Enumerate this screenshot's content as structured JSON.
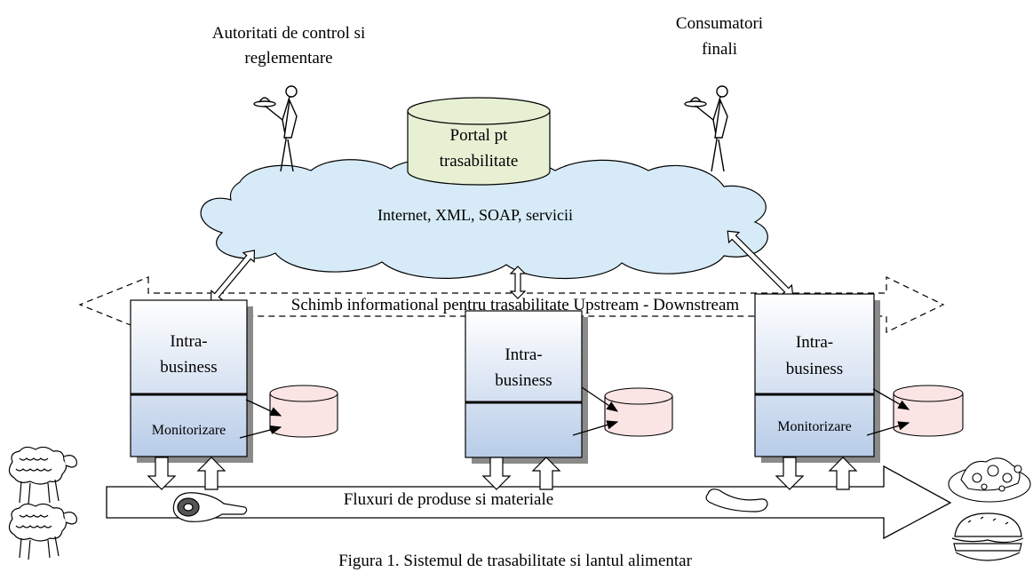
{
  "actors": {
    "authorities_line1": "Autoritati de control si",
    "authorities_line2": "reglementare",
    "consumers_line1": "Consumatori",
    "consumers_line2": "finali"
  },
  "portal": {
    "line1": "Portal pt",
    "line2": "trasabilitate",
    "fill": "#e8f0d4"
  },
  "cloud": {
    "label": "Internet, XML, SOAP, servicii",
    "fill": "#d6ebf7"
  },
  "exchange_band": {
    "label": "Schimb informational pentru trasabilitate Upstream - Downstream"
  },
  "businesses": [
    {
      "line1": "Intra-",
      "line2": "business",
      "monitor": "Monitorizare"
    },
    {
      "line1": "Intra-",
      "line2": "business",
      "monitor": ""
    },
    {
      "line1": "Intra-",
      "line2": "business",
      "monitor": "Monitorizare"
    }
  ],
  "flow": {
    "label": "Fluxuri de produse si materiale"
  },
  "caption": "Figura 1. Sistemul de trasabilitate si lantul alimentar",
  "colors": {
    "box_gradient_top": "#ffffff",
    "box_gradient_bottom": "#b8cce8",
    "db_fill": "#fbe4e4",
    "accent_dark": "#000000"
  },
  "icons": [
    "waiter-icon",
    "waiter-icon",
    "sheep-icon",
    "sheep-icon",
    "ham-icon",
    "sausage-icon",
    "food-plate-icon",
    "burger-icon"
  ]
}
